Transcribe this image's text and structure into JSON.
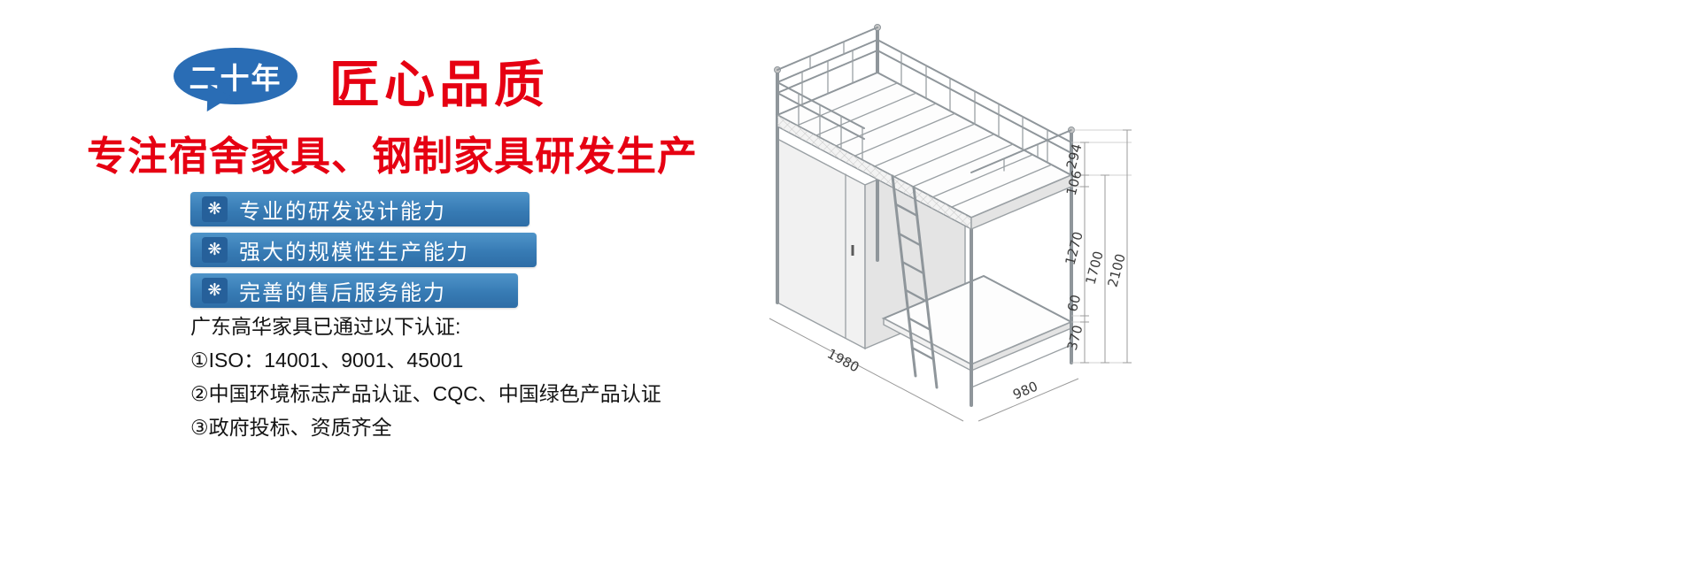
{
  "hero": {
    "badge_label": "二十年",
    "title": "匠心品质",
    "subtitle": "专注宿舍家具、钢制家具研发生产",
    "feature_icon": "❋",
    "features": [
      {
        "label": "专业的研发设计能力"
      },
      {
        "label": "强大的规模性生产能力"
      },
      {
        "label": "完善的售后服务能力"
      }
    ],
    "cert_heading": "广东高华家具已通过以下认证:",
    "cert_items": [
      {
        "label": "①ISO：14001、9001、45001"
      },
      {
        "label": "②中国环境标志产品认证、CQC、中国绿色产品认证"
      },
      {
        "label": "③政府投标、资质齐全"
      }
    ]
  },
  "diagram": {
    "subject": "loft-bed-technical-drawing",
    "dims": {
      "rail_height": "294",
      "frame_thickness": "106",
      "under_bed_clearance": "1270",
      "bed_surface_height": "1700",
      "total_height": "2100",
      "gap": "60",
      "desk_height": "370",
      "length": "1980",
      "depth": "980"
    }
  },
  "colors": {
    "brand_red": "#e60012",
    "bubble_blue": "#2a6db5",
    "bar_blue": "#377bb4",
    "line_gray": "#8f969b"
  }
}
